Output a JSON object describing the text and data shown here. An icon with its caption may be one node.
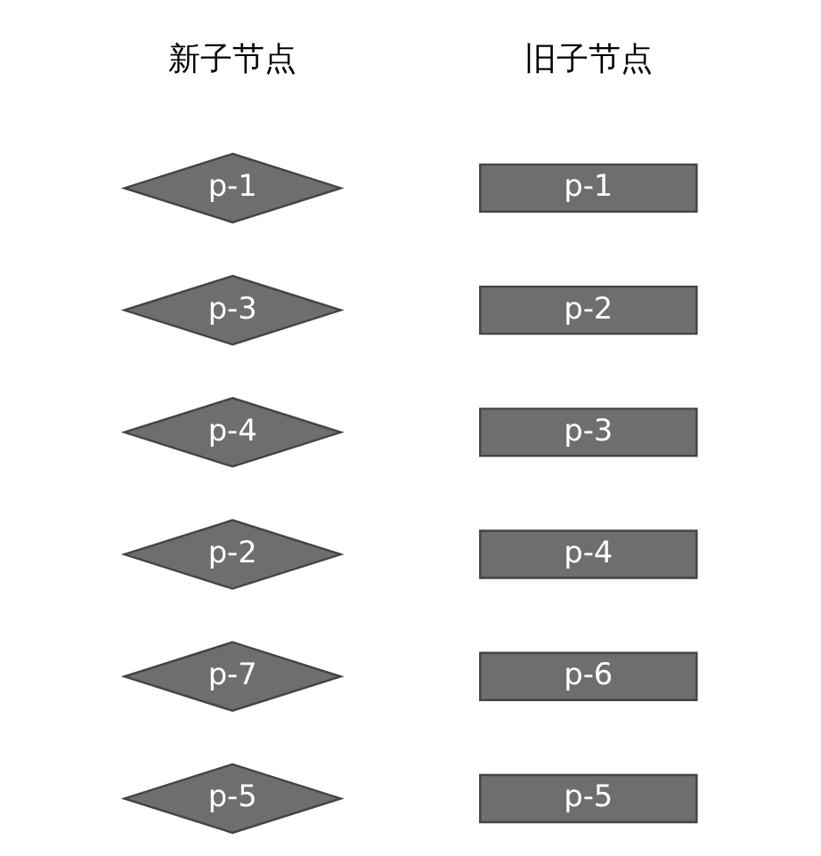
{
  "diagram": {
    "nodes": [
      {
        "text": [
          "p-1"
        ]
      },
      {
        "text": [
          "p-3"
        ]
      },
      {
        "text": [
          "p-4"
        ]
      },
      {
        "text": [
          "p-2"
        ]
      },
      {
        "text": [
          "p-7"
        ]
      },
      {
        "text": [
          "p-5"
        ]
      },
      {
        "text": [
          "p-1"
        ]
      },
      {
        "text": [
          "p-2"
        ]
      },
      {
        "text": [
          "p-3"
        ]
      },
      {
        "text": [
          "p-4"
        ]
      },
      {
        "text": [
          "p-6"
        ]
      },
      {
        "text": [
          "p-5"
        ]
      }
    ],
    "edges": [],
    "labels": [
      "新子节点",
      "旧子节点"
    ]
  }
}
